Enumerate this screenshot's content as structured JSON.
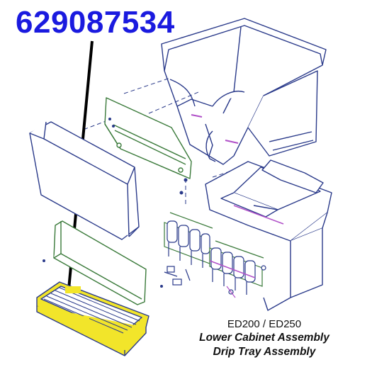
{
  "part_number": "629087534",
  "caption": {
    "model": "ED200 / ED250",
    "assembly_1": "Lower Cabinet Assembly",
    "assembly_2": "Drip Tray Assembly"
  },
  "colors": {
    "part_number": "#1a1adf",
    "line_art": "#2a3a8a",
    "green_parts": "#3a7a3a",
    "highlight": "#f2e52a",
    "leader": "#000000",
    "purple_trim": "#b050c8"
  }
}
